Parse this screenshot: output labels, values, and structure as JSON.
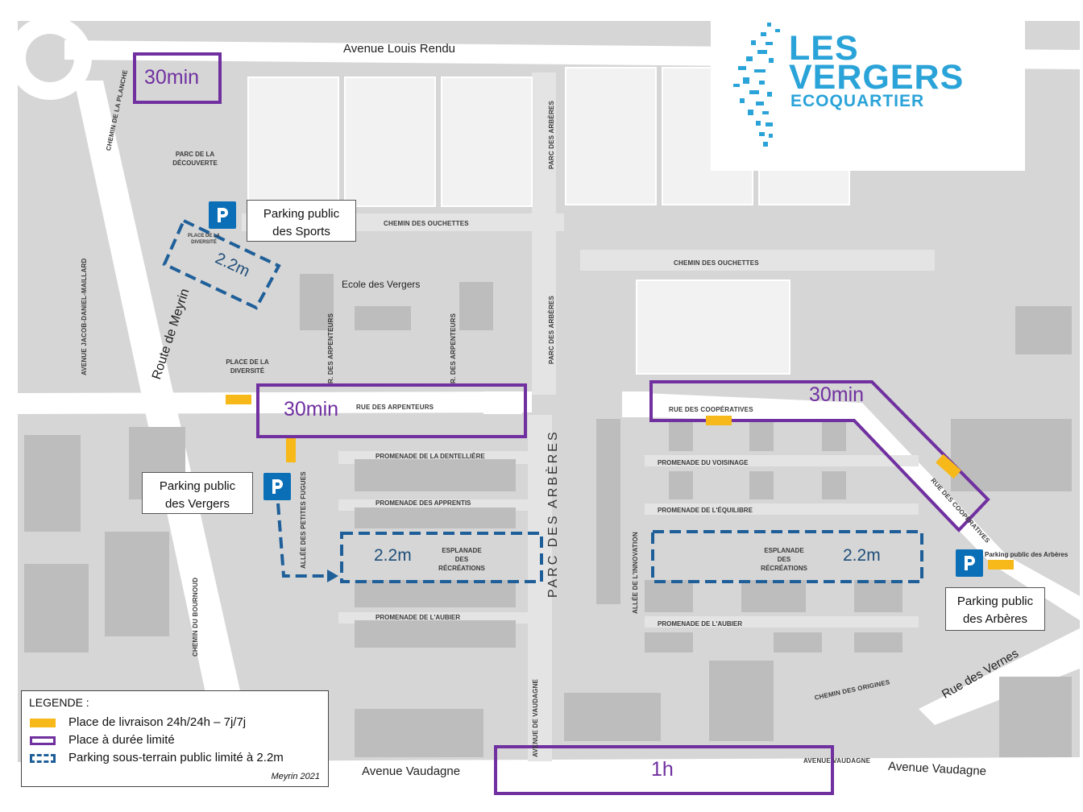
{
  "logo": {
    "line1": "LES",
    "line2": "VERGERS",
    "line3": "ECOQUARTIER",
    "color": "#2aa3d8"
  },
  "streets": {
    "louis_rendu": "Avenue Louis Rendu",
    "vaudagne_left": "Avenue Vaudagne",
    "vaudagne_right": "Avenue Vaudagne",
    "vaudagne_small": "AVENUE VAUDAGNE",
    "vaudagne_vertical": "AVENUE DE VAUDAGNE",
    "route_meyrin": "Route de Meyrin",
    "rue_vernes": "Rue des Vernes",
    "chemin_planche": "CHEMIN DE LA PLANCHE",
    "jacob_maillard": "AVENUE JACOB-DANIEL-MAILLARD",
    "chemin_bournoud": "CHEMIN DU BOURNOUD",
    "ouchettes_1": "CHEMIN DES OUCHETTES",
    "ouchettes_2": "CHEMIN DES OUCHETTES",
    "parc_arberes_top": "PARC DES ARBÈRES",
    "parc_arberes_mid": "PARC DES ARBÈRES",
    "parc_arberes_big": "PARC DES ARBÈRES",
    "rue_arpenteurs": "RUE DES ARPENTEURS",
    "arpenteurs_v1": "R. DES ARPENTEURS",
    "arpenteurs_v2": "R. DES ARPENTEURS",
    "rue_cooperatives": "RUE DES COOPÉRATIVES",
    "rue_cooperatives_diag": "RUE DES COOPÉRATIVES",
    "petites_fugues": "ALLÉE DES PETITES FUGUES",
    "allee_innovation": "ALLÉE DE L'INNOVATION",
    "chemin_origines": "CHEMIN DES ORIGINES"
  },
  "places": {
    "parc_decouverte": "PARC DE LA DÉCOUVERTE",
    "place_diversite_small": "PLACE DE LA DIVERSITÉ",
    "place_diversite": "PLACE DE LA DIVERSITÉ",
    "ecole": "Ecole des Vergers",
    "dentelliere": "PROMENADE DE LA DENTELLIÈRE",
    "apprentis": "PROMENADE DES APPRENTIS",
    "esplanade_left": "ESPLANADE DES RÉCRÉATIONS",
    "aubier_left": "PROMENADE DE L'AUBIER",
    "voisinage": "PROMENADE DU VOISINAGE",
    "equilibre": "PROMENADE DE L'ÉQUILIBRE",
    "esplanade_right": "ESPLANADE DES RÉCRÉATIONS",
    "aubier_right": "PROMENADE DE L'AUBIER",
    "parking_arberes_small": "Parking public des Arbères"
  },
  "callouts": {
    "sports": "Parking public des Sports",
    "vergers": "Parking public des Vergers",
    "arberes": "Parking public des Arbères"
  },
  "limits": {
    "top_left": "30min",
    "arpenteurs": "30min",
    "cooperatives": "30min",
    "vaudagne": "1h"
  },
  "heights": {
    "sports": "2.2m",
    "esplanade_left": "2.2m",
    "esplanade_right": "2.2m"
  },
  "legend": {
    "title": "LEGENDE :",
    "delivery": "Place de livraison 24h/24h – 7j/7j",
    "limited": "Place à durée limité",
    "underground": "Parking sous-terrain public limité à 2.2m",
    "credit": "Meyrin 2021"
  },
  "colors": {
    "limited_zone": "#7030a0",
    "underground": "#1f5f99",
    "delivery": "#f7b919",
    "parking_sign": "#0b6fb7",
    "road": "#ffffff",
    "ground": "#d8d8d8",
    "block": "#bdbdbd"
  },
  "icons": [
    "parking-icon",
    "delivery-icon",
    "pedestrian-icon"
  ]
}
